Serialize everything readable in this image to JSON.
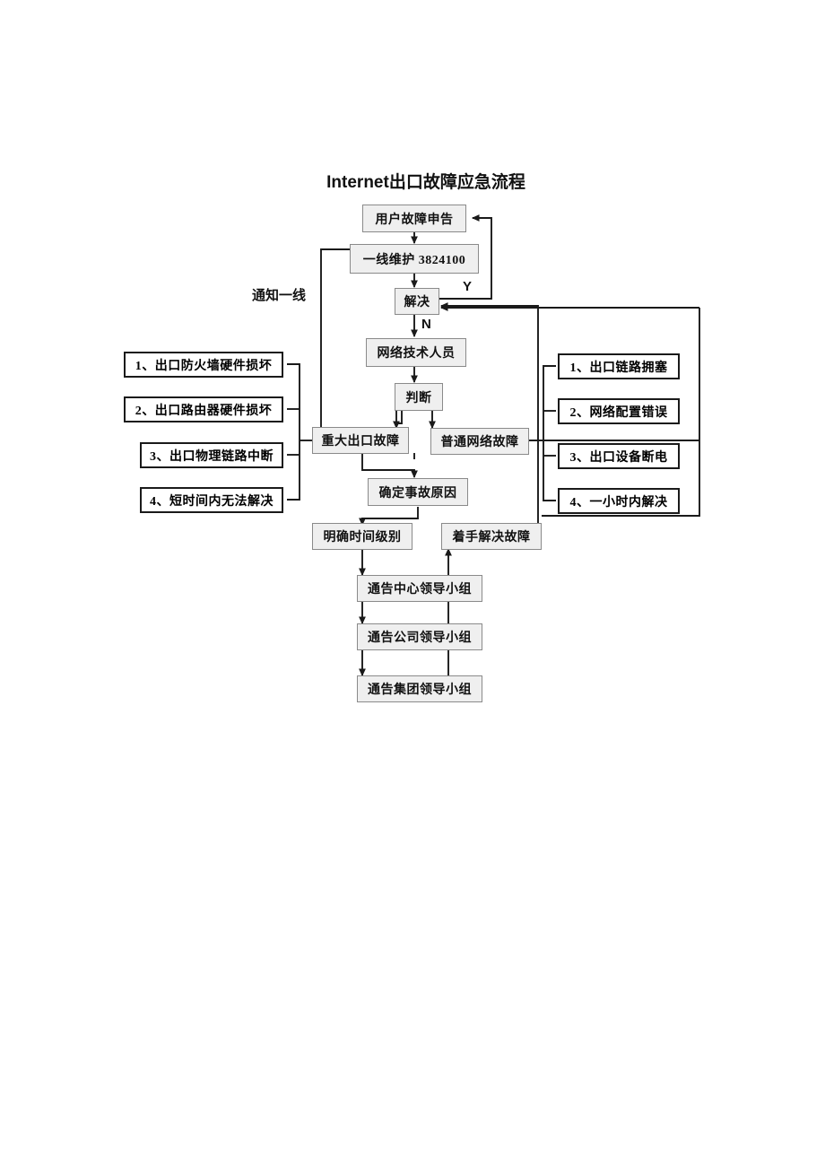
{
  "title": "Internet出口故障应急流程",
  "labels": {
    "notify_first_line": "通知一线",
    "yes": "Y",
    "no": "N"
  },
  "flow_nodes": [
    {
      "id": "user_report",
      "text": "用户故障申告"
    },
    {
      "id": "first_line",
      "text": "一线维护 3824100"
    },
    {
      "id": "resolved",
      "text": "解决"
    },
    {
      "id": "network_staff",
      "text": "网络技术人员"
    },
    {
      "id": "judge",
      "text": "判断"
    },
    {
      "id": "major_fault",
      "text": "重大出口故障"
    },
    {
      "id": "normal_fault",
      "text": "普通网络故障"
    },
    {
      "id": "confirm_cause",
      "text": "确定事故原因"
    },
    {
      "id": "time_level",
      "text": "明确时间级别"
    },
    {
      "id": "start_fix",
      "text": "着手解决故障"
    },
    {
      "id": "notify_center",
      "text": "通告中心领导小组"
    },
    {
      "id": "notify_company",
      "text": "通告公司领导小组"
    },
    {
      "id": "notify_group",
      "text": "通告集团领导小组"
    }
  ],
  "major_fault_items": [
    "1、出口防火墙硬件损坏",
    "2、出口路由器硬件损坏",
    "3、出口物理链路中断",
    "4、短时间内无法解决"
  ],
  "normal_fault_items": [
    "1、出口链路拥塞",
    "2、网络配置错误",
    "3、出口设备断电",
    "4、一小时内解决"
  ],
  "colors": {
    "node_fill": "#efefef",
    "node_border": "#8a8a8a",
    "item_fill": "#ffffff",
    "item_border": "#1a1a1a",
    "wire": "#1a1a1a",
    "text": "#111111"
  }
}
